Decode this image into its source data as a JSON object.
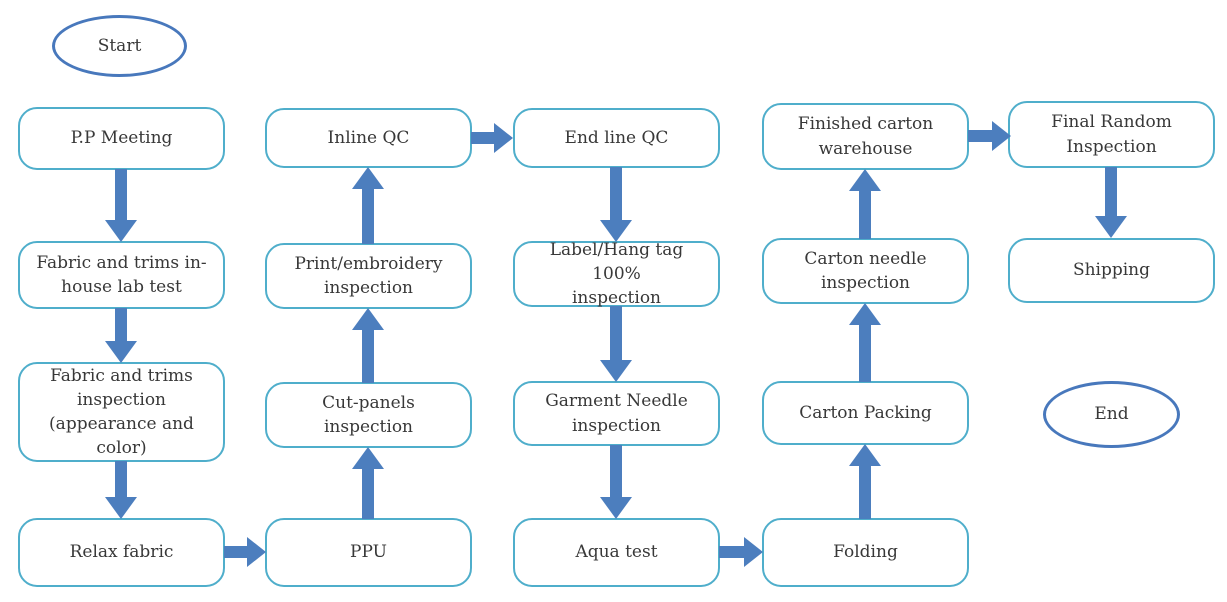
{
  "colors": {
    "process_border": "#4FAECB",
    "terminator_border": "#4878BC",
    "arrow": "#4C7EBE",
    "text": "#383838",
    "background": "#FFFFFF"
  },
  "nodes": {
    "start": {
      "label": "Start",
      "shape": "terminator"
    },
    "pp_meeting": {
      "label": "P.P Meeting",
      "shape": "process"
    },
    "fabric_lab_test": {
      "label": "Fabric and trims in-house lab test",
      "shape": "process"
    },
    "fabric_inspection": {
      "label": "Fabric and trims inspection (appearance and color)",
      "shape": "process"
    },
    "relax_fabric": {
      "label": "Relax fabric",
      "shape": "process"
    },
    "inline_qc": {
      "label": "Inline QC",
      "shape": "process"
    },
    "print_embroidery_inspection": {
      "label": "Print/embroidery inspection",
      "shape": "process"
    },
    "cut_panels_inspection": {
      "label": "Cut-panels inspection",
      "shape": "process"
    },
    "ppu": {
      "label": "PPU",
      "shape": "process"
    },
    "end_line_qc": {
      "label": "End line QC",
      "shape": "process"
    },
    "label_hang_tag_inspection": {
      "label": "Label/Hang tag 100% inspection",
      "shape": "process"
    },
    "garment_needle_inspection": {
      "label": "Garment Needle inspection",
      "shape": "process"
    },
    "aqua_test": {
      "label": "Aqua test",
      "shape": "process"
    },
    "folding": {
      "label": "Folding",
      "shape": "process"
    },
    "carton_packing": {
      "label": "Carton Packing",
      "shape": "process"
    },
    "carton_needle_inspection": {
      "label": "Carton needle inspection",
      "shape": "process"
    },
    "finished_carton_warehouse": {
      "label": "Finished carton warehouse",
      "shape": "process"
    },
    "final_random_inspection": {
      "label": "Final Random Inspection",
      "shape": "process"
    },
    "shipping": {
      "label": "Shipping",
      "shape": "process"
    },
    "end": {
      "label": "End",
      "shape": "terminator"
    }
  },
  "edges": [
    {
      "from": "pp_meeting",
      "to": "fabric_lab_test",
      "direction": "down"
    },
    {
      "from": "fabric_lab_test",
      "to": "fabric_inspection",
      "direction": "down"
    },
    {
      "from": "fabric_inspection",
      "to": "relax_fabric",
      "direction": "down"
    },
    {
      "from": "relax_fabric",
      "to": "ppu",
      "direction": "right"
    },
    {
      "from": "ppu",
      "to": "cut_panels_inspection",
      "direction": "up"
    },
    {
      "from": "cut_panels_inspection",
      "to": "print_embroidery_inspection",
      "direction": "up"
    },
    {
      "from": "print_embroidery_inspection",
      "to": "inline_qc",
      "direction": "up"
    },
    {
      "from": "inline_qc",
      "to": "end_line_qc",
      "direction": "right"
    },
    {
      "from": "end_line_qc",
      "to": "label_hang_tag_inspection",
      "direction": "down"
    },
    {
      "from": "label_hang_tag_inspection",
      "to": "garment_needle_inspection",
      "direction": "down"
    },
    {
      "from": "garment_needle_inspection",
      "to": "aqua_test",
      "direction": "down"
    },
    {
      "from": "aqua_test",
      "to": "folding",
      "direction": "right"
    },
    {
      "from": "folding",
      "to": "carton_packing",
      "direction": "up"
    },
    {
      "from": "carton_packing",
      "to": "carton_needle_inspection",
      "direction": "up"
    },
    {
      "from": "carton_needle_inspection",
      "to": "finished_carton_warehouse",
      "direction": "up"
    },
    {
      "from": "finished_carton_warehouse",
      "to": "final_random_inspection",
      "direction": "right"
    },
    {
      "from": "final_random_inspection",
      "to": "shipping",
      "direction": "down"
    }
  ]
}
